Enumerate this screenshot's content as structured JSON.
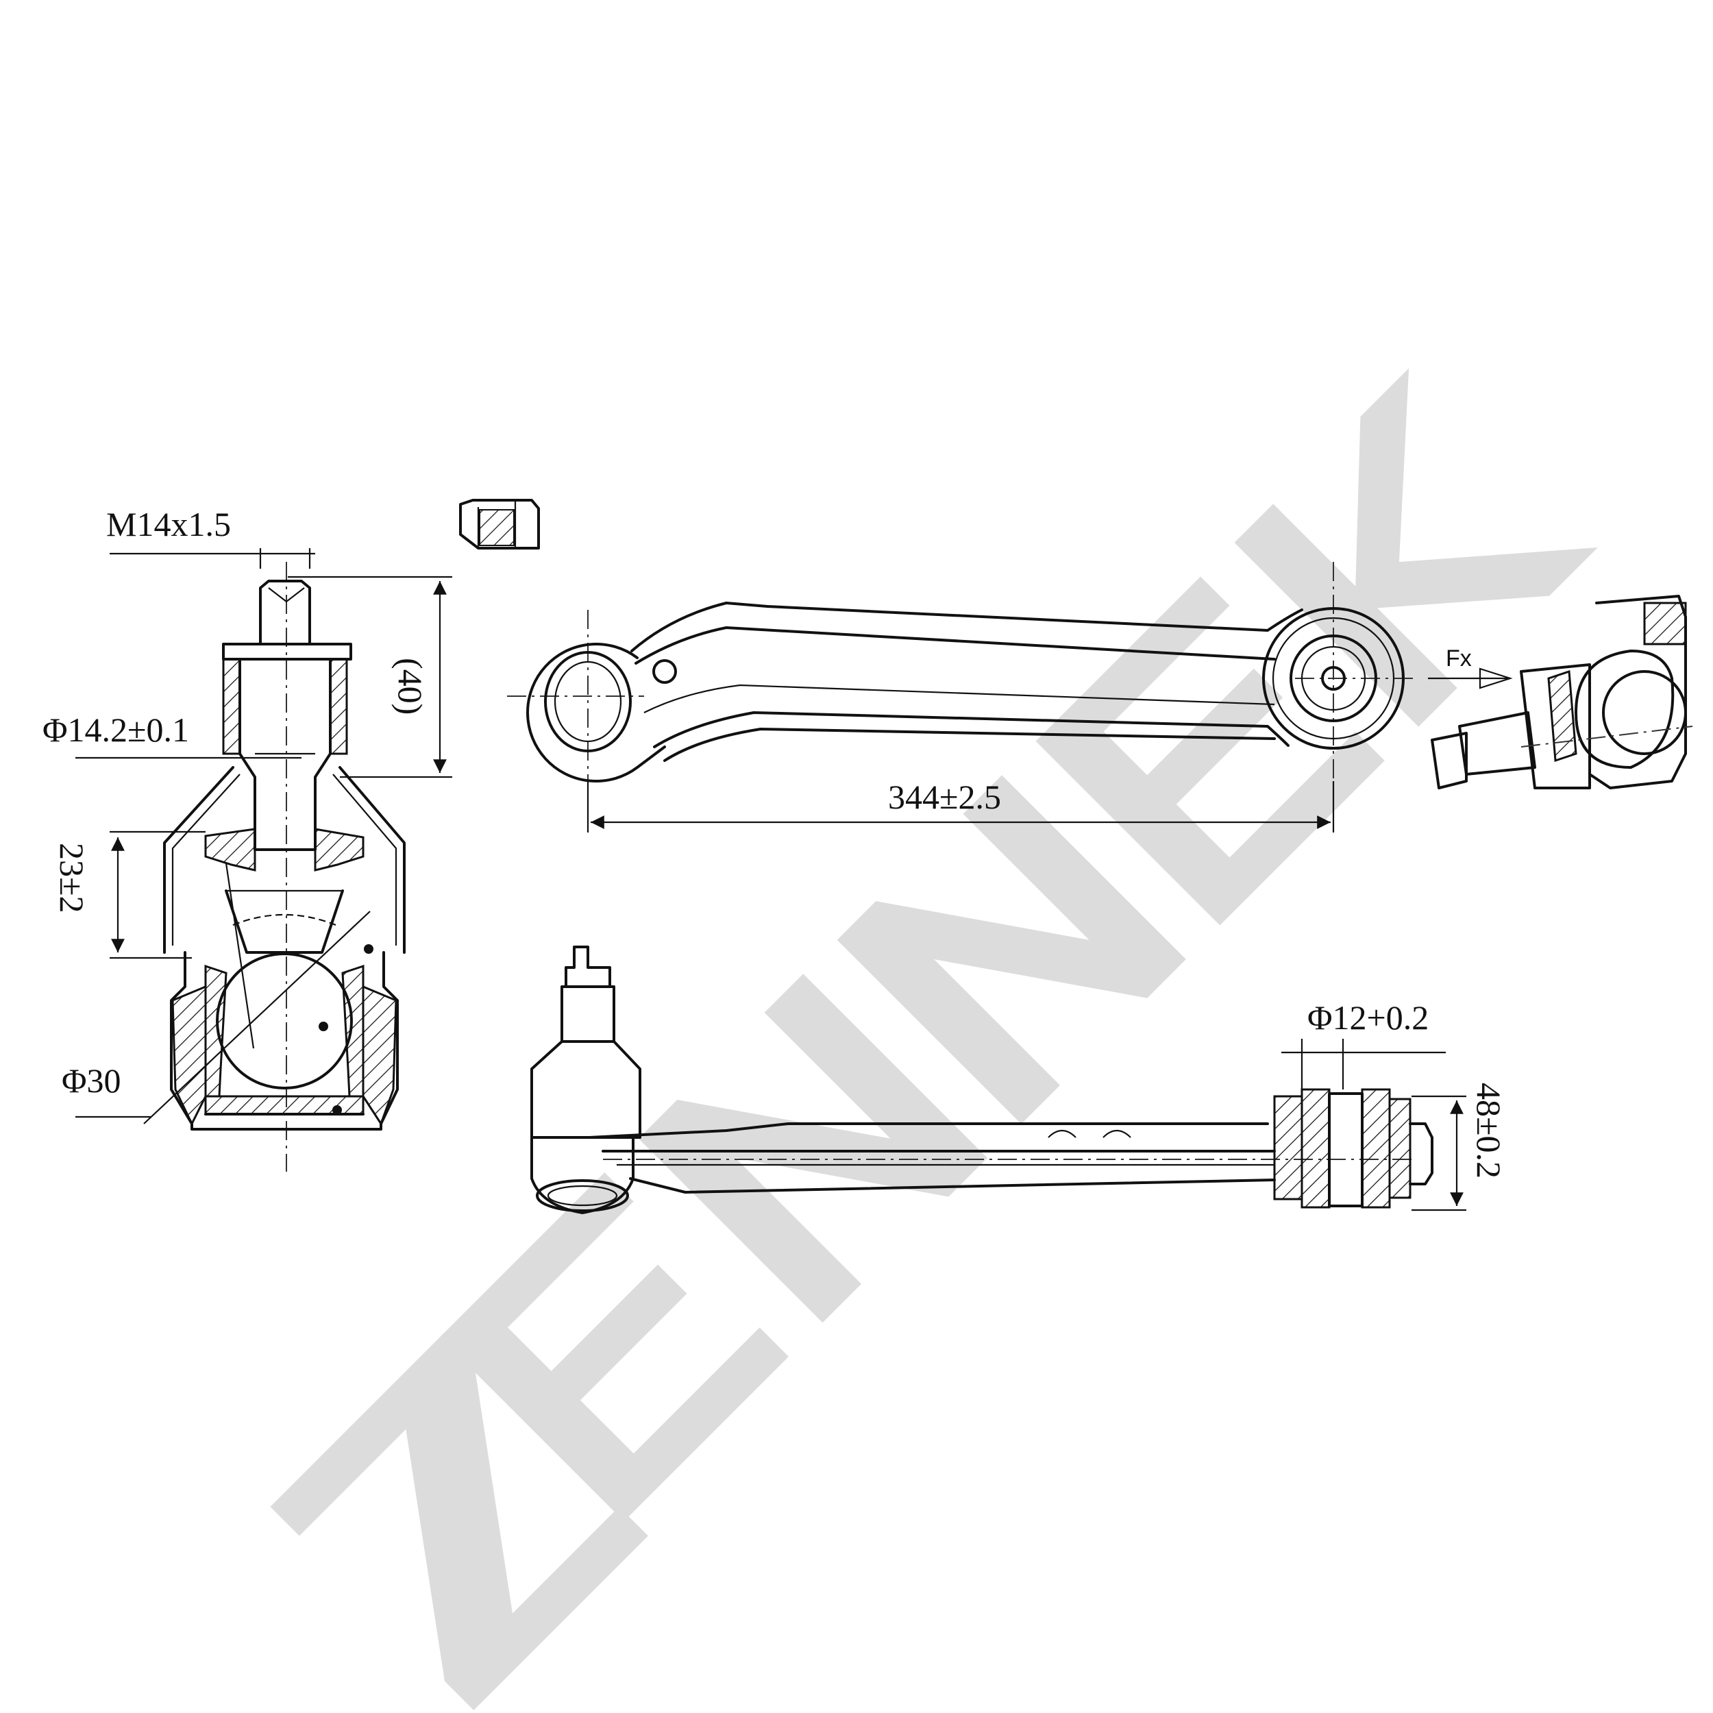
{
  "watermark": {
    "text": "ZENNEK",
    "color": "#dcdcdc"
  },
  "dimensions": {
    "thread": "M14x1.5",
    "pin_diameter": "Φ14.2±0.1",
    "height_ref": "(40)",
    "boot_height": "23±2",
    "ball_diameter": "Φ30",
    "length": "344±2.5",
    "bush_bore": "Φ12+0.2",
    "bush_width": "48±0.2"
  },
  "force_label": "Fx",
  "icons": [
    "nut-icon",
    "arrow-icon"
  ]
}
